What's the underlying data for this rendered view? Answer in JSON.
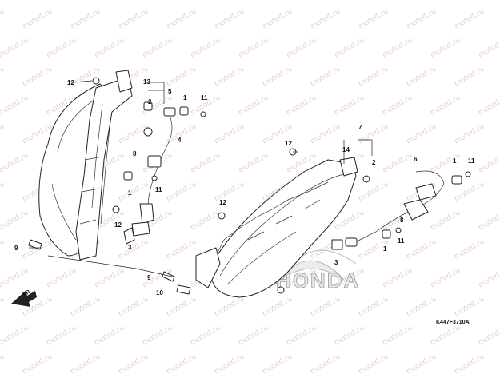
{
  "watermark": "motod.ru",
  "brand_text": "HONDA",
  "diagram_code": "K447F3710A",
  "direction_label": "FR.",
  "callouts": [
    "12",
    "13",
    "5",
    "2",
    "1",
    "11",
    "8",
    "4",
    "1",
    "11",
    "12",
    "3",
    "9",
    "7",
    "12",
    "14",
    "2",
    "6",
    "1",
    "11",
    "12",
    "8",
    "11",
    "3",
    "1",
    "9",
    "10"
  ],
  "icons": [
    "front-direction-arrow-icon",
    "bolt-icon",
    "bulb-socket-icon",
    "connector-icon",
    "wire-harness-icon"
  ]
}
